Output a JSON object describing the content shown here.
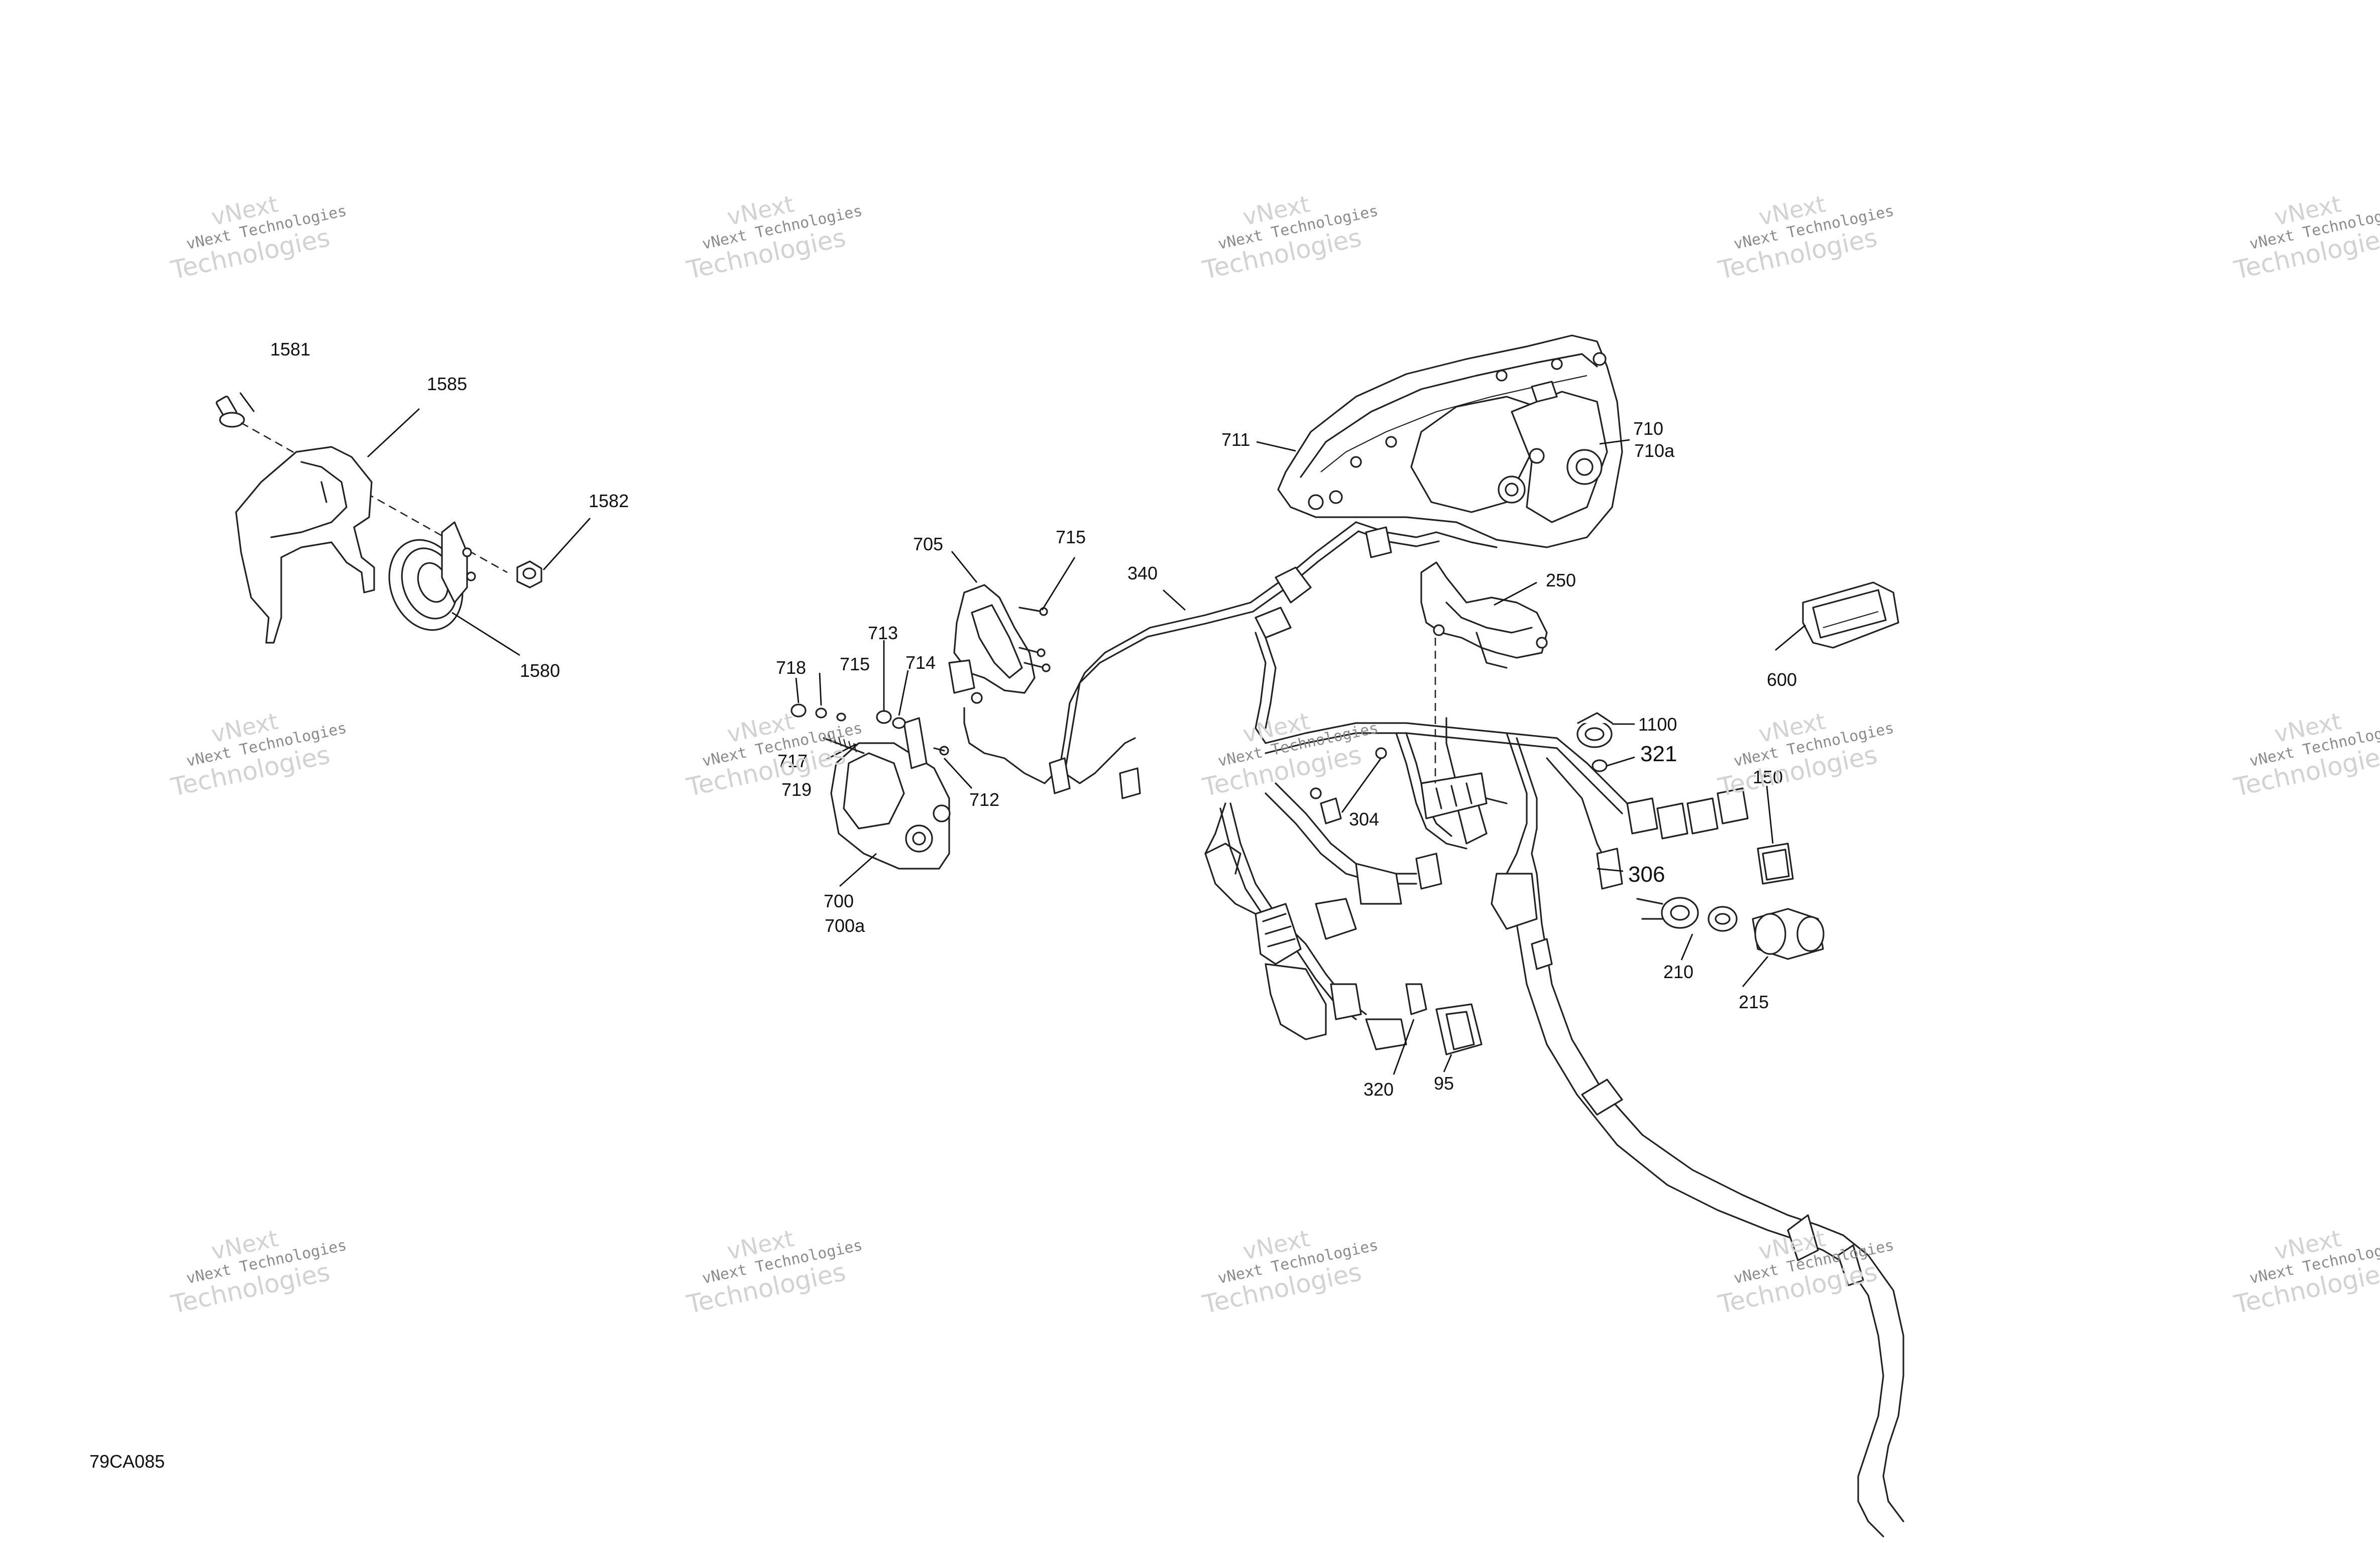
{
  "figure_code": "79CA085",
  "watermark": {
    "brand": "vNext",
    "company": "vNext Technologies",
    "word": "Technologies"
  },
  "callouts": {
    "c1581": "1581",
    "c1585": "1585",
    "c1582": "1582",
    "c1580": "1580",
    "c711": "711",
    "c710": "710",
    "c710a": "710a",
    "c705": "705",
    "c715a": "715",
    "c340": "340",
    "c250": "250",
    "c600": "600",
    "c713": "713",
    "c718": "718",
    "c715b": "715",
    "c714": "714",
    "c717": "717",
    "c719": "719",
    "c712": "712",
    "c700": "700",
    "c700a": "700a",
    "c1100": "1100",
    "c321": "321",
    "c150": "150",
    "c304": "304",
    "c306": "306",
    "c210": "210",
    "c215": "215",
    "c320": "320",
    "c95": "95"
  }
}
